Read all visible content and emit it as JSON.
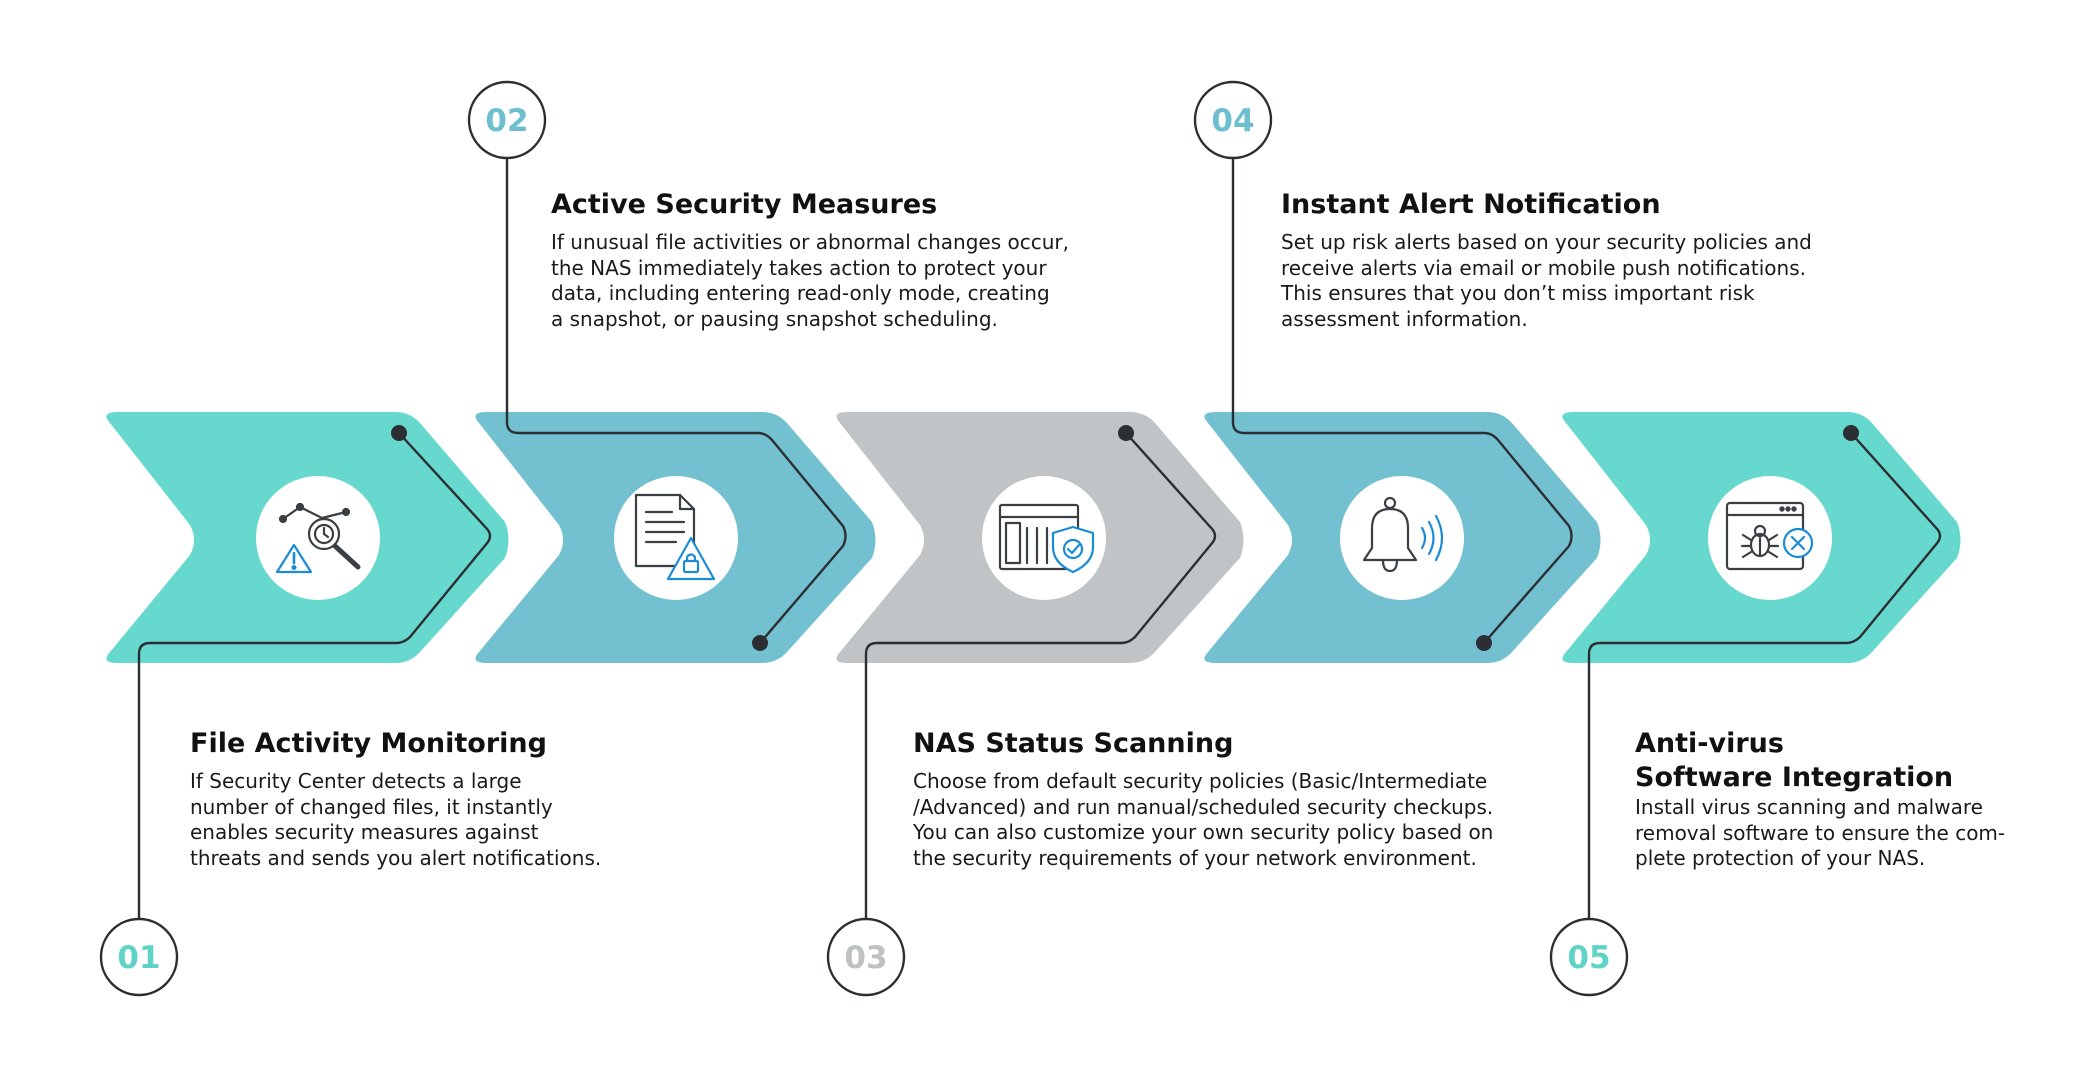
{
  "colors": {
    "teal": "#66d8cd",
    "blue": "#73c0d1",
    "gray": "#c1c4c6",
    "line": "#2b2f33",
    "icon_stroke": "#3a3f44",
    "icon_accent": "#1a8bd6"
  },
  "steps": [
    {
      "number": "01",
      "title": "File Activity Monitoring",
      "description": "If Security Center detects a large\nnumber of changed files, it instantly\nenables security measures against\nthreats and sends you alert notifications.",
      "color": "teal",
      "number_color": "#5fd3c6",
      "icon": "file-activity-magnifier-icon"
    },
    {
      "number": "02",
      "title": "Active Security Measures",
      "description": "If unusual file activities or abnormal changes occur,\nthe NAS immediately takes action to protect your\ndata, including entering read-only mode, creating\na snapshot, or pausing snapshot scheduling.",
      "color": "blue",
      "number_color": "#6dbfd0",
      "icon": "document-lock-warning-icon"
    },
    {
      "number": "03",
      "title": "NAS Status Scanning",
      "description": "Choose from default security policies (Basic/Intermediate\n/Advanced) and run manual/scheduled security checkups.\nYou can also customize your own security policy based on\nthe security requirements of your network environment.",
      "color": "gray",
      "number_color": "#bfc2c4",
      "icon": "nas-shield-check-icon"
    },
    {
      "number": "04",
      "title": "Instant Alert Notification",
      "description": "Set up risk alerts based on your security policies and\nreceive alerts via email or mobile push notifications.\nThis ensures that you don’t miss important risk\nassessment information.",
      "color": "blue",
      "number_color": "#6dbfd0",
      "icon": "alert-bell-icon"
    },
    {
      "number": "05",
      "title": "Anti-virus\nSoftware Integration",
      "description": "Install virus scanning and malware\nremoval software to ensure the com-\nplete protection of your NAS.",
      "color": "teal",
      "number_color": "#5fd3c6",
      "icon": "antivirus-bug-window-icon"
    }
  ]
}
